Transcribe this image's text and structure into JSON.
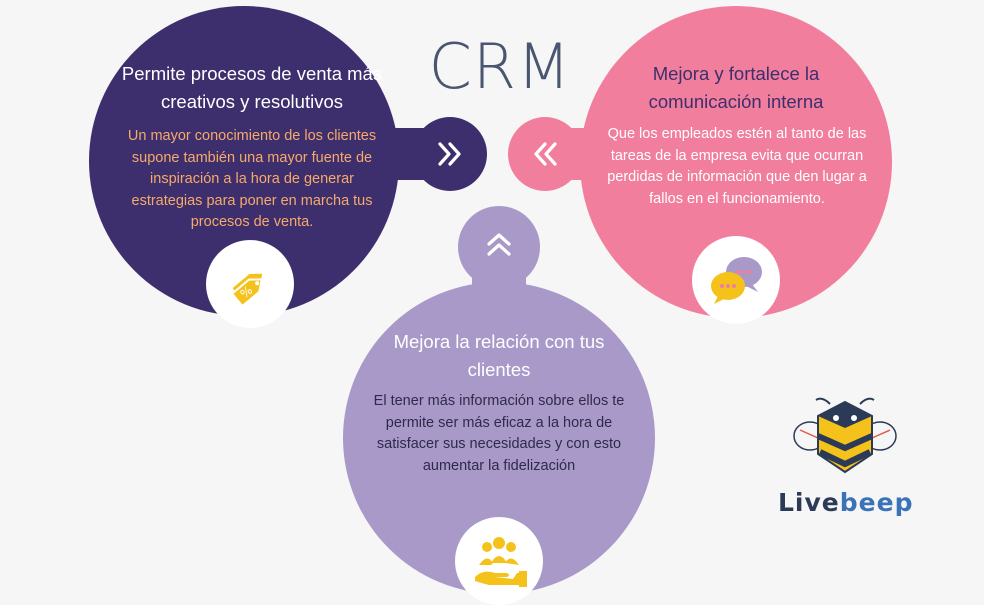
{
  "title": "CRM",
  "colors": {
    "purple_dark": "#3d2f6d",
    "pink": "#f27e9d",
    "lavender": "#a899c9",
    "orange_text": "#f6a96a",
    "pink_heading": "#3d2f6d",
    "yellow_icon": "#f5c21b"
  },
  "left_block": {
    "heading": "Permite procesos de venta más creativos y resolutivos",
    "body": "Un mayor conocimiento de los clientes supone también una mayor fuente de inspiración a la hora de generar estrategias para poner en marcha tus procesos de venta.",
    "icon": "price-tag-icon",
    "arrow": "double-chevron-right-icon"
  },
  "right_block": {
    "heading": "Mejora y fortalece la comunicación interna",
    "body": "Que los empleados estén al tanto de las tareas de la empresa  evita que ocurran perdidas de información que den lugar a fallos en el funcionamiento.",
    "icon": "chat-bubbles-icon",
    "arrow": "double-chevron-left-icon"
  },
  "bottom_block": {
    "heading": "Mejora la relación con tus clientes",
    "body": "El tener más información sobre ellos te permite ser más eficaz a la hora de satisfacer sus necesidades y con esto aumentar la fidelización",
    "icon": "hand-people-icon",
    "arrow": "double-chevron-up-icon"
  },
  "brand": {
    "name_part1": "Live",
    "name_part2": "beep",
    "color1": "#2b3b57",
    "color2": "#3a73b8",
    "logo": "bee-logo-icon"
  }
}
